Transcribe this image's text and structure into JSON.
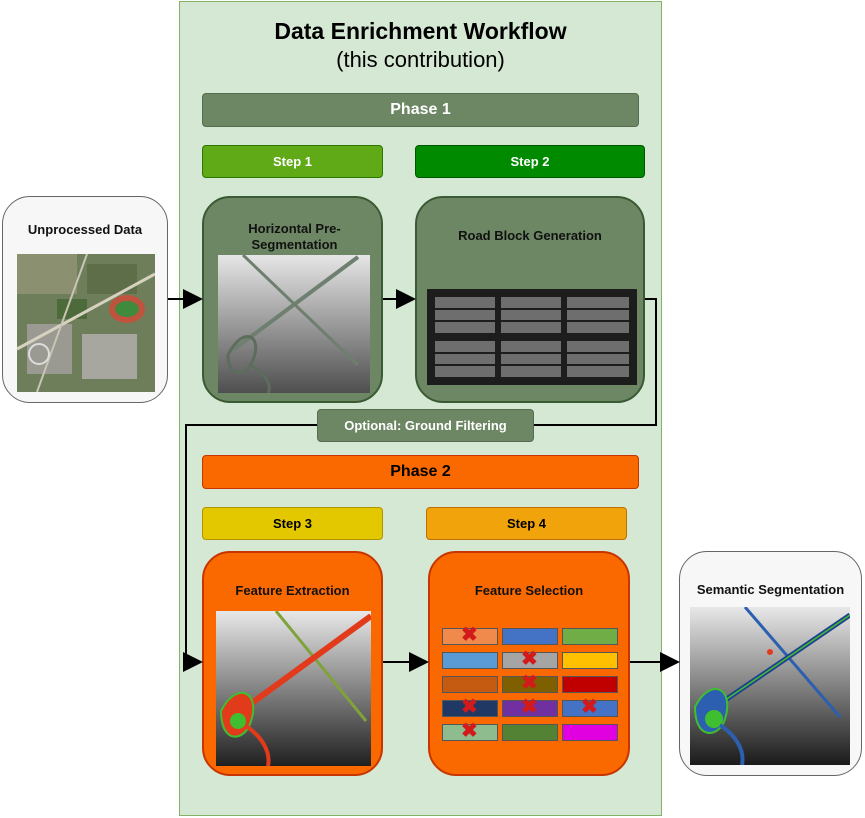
{
  "title": "Data Enrichment Workflow",
  "subtitle": "(this contribution)",
  "phase1": {
    "label": "Phase 1"
  },
  "phase2": {
    "label": "Phase 2"
  },
  "steps": {
    "s1": "Step 1",
    "s2": "Step 2",
    "s3": "Step 3",
    "s4": "Step 4"
  },
  "optional": "Optional: Ground Filtering",
  "cards": {
    "unprocessed": "Unprocessed Data",
    "pre_segmentation": "Horizontal Pre-Segmentation",
    "road_block": "Road Block Generation",
    "feature_extraction": "Feature Extraction",
    "feature_selection": "Feature Selection",
    "semantic": "Semantic Segmentation"
  },
  "colors": {
    "panel": "#d5e8d4",
    "phase1": "#6d8764",
    "phase2": "#fa6800",
    "step1": "#60a917",
    "step2": "#008a00",
    "step3": "#e3c800",
    "step4": "#f0a30a",
    "removed_mark": "#d21a1a"
  },
  "feature_grid": [
    [
      {
        "color": "#ef8a4c",
        "removed": true
      },
      {
        "color": "#4472c4",
        "removed": false
      },
      {
        "color": "#70ad47",
        "removed": false
      }
    ],
    [
      {
        "color": "#5b9bd5",
        "removed": false
      },
      {
        "color": "#a5a5a5",
        "removed": true
      },
      {
        "color": "#ffc000",
        "removed": false
      }
    ],
    [
      {
        "color": "#c55a11",
        "removed": false
      },
      {
        "color": "#7f6000",
        "removed": true
      },
      {
        "color": "#c00000",
        "removed": false
      }
    ],
    [
      {
        "color": "#1f3864",
        "removed": true
      },
      {
        "color": "#7030a0",
        "removed": true
      },
      {
        "color": "#4472c4",
        "removed": true
      }
    ],
    [
      {
        "color": "#8fbc8f",
        "removed": true
      },
      {
        "color": "#548235",
        "removed": false
      },
      {
        "color": "#e000e0",
        "removed": false
      }
    ]
  ]
}
